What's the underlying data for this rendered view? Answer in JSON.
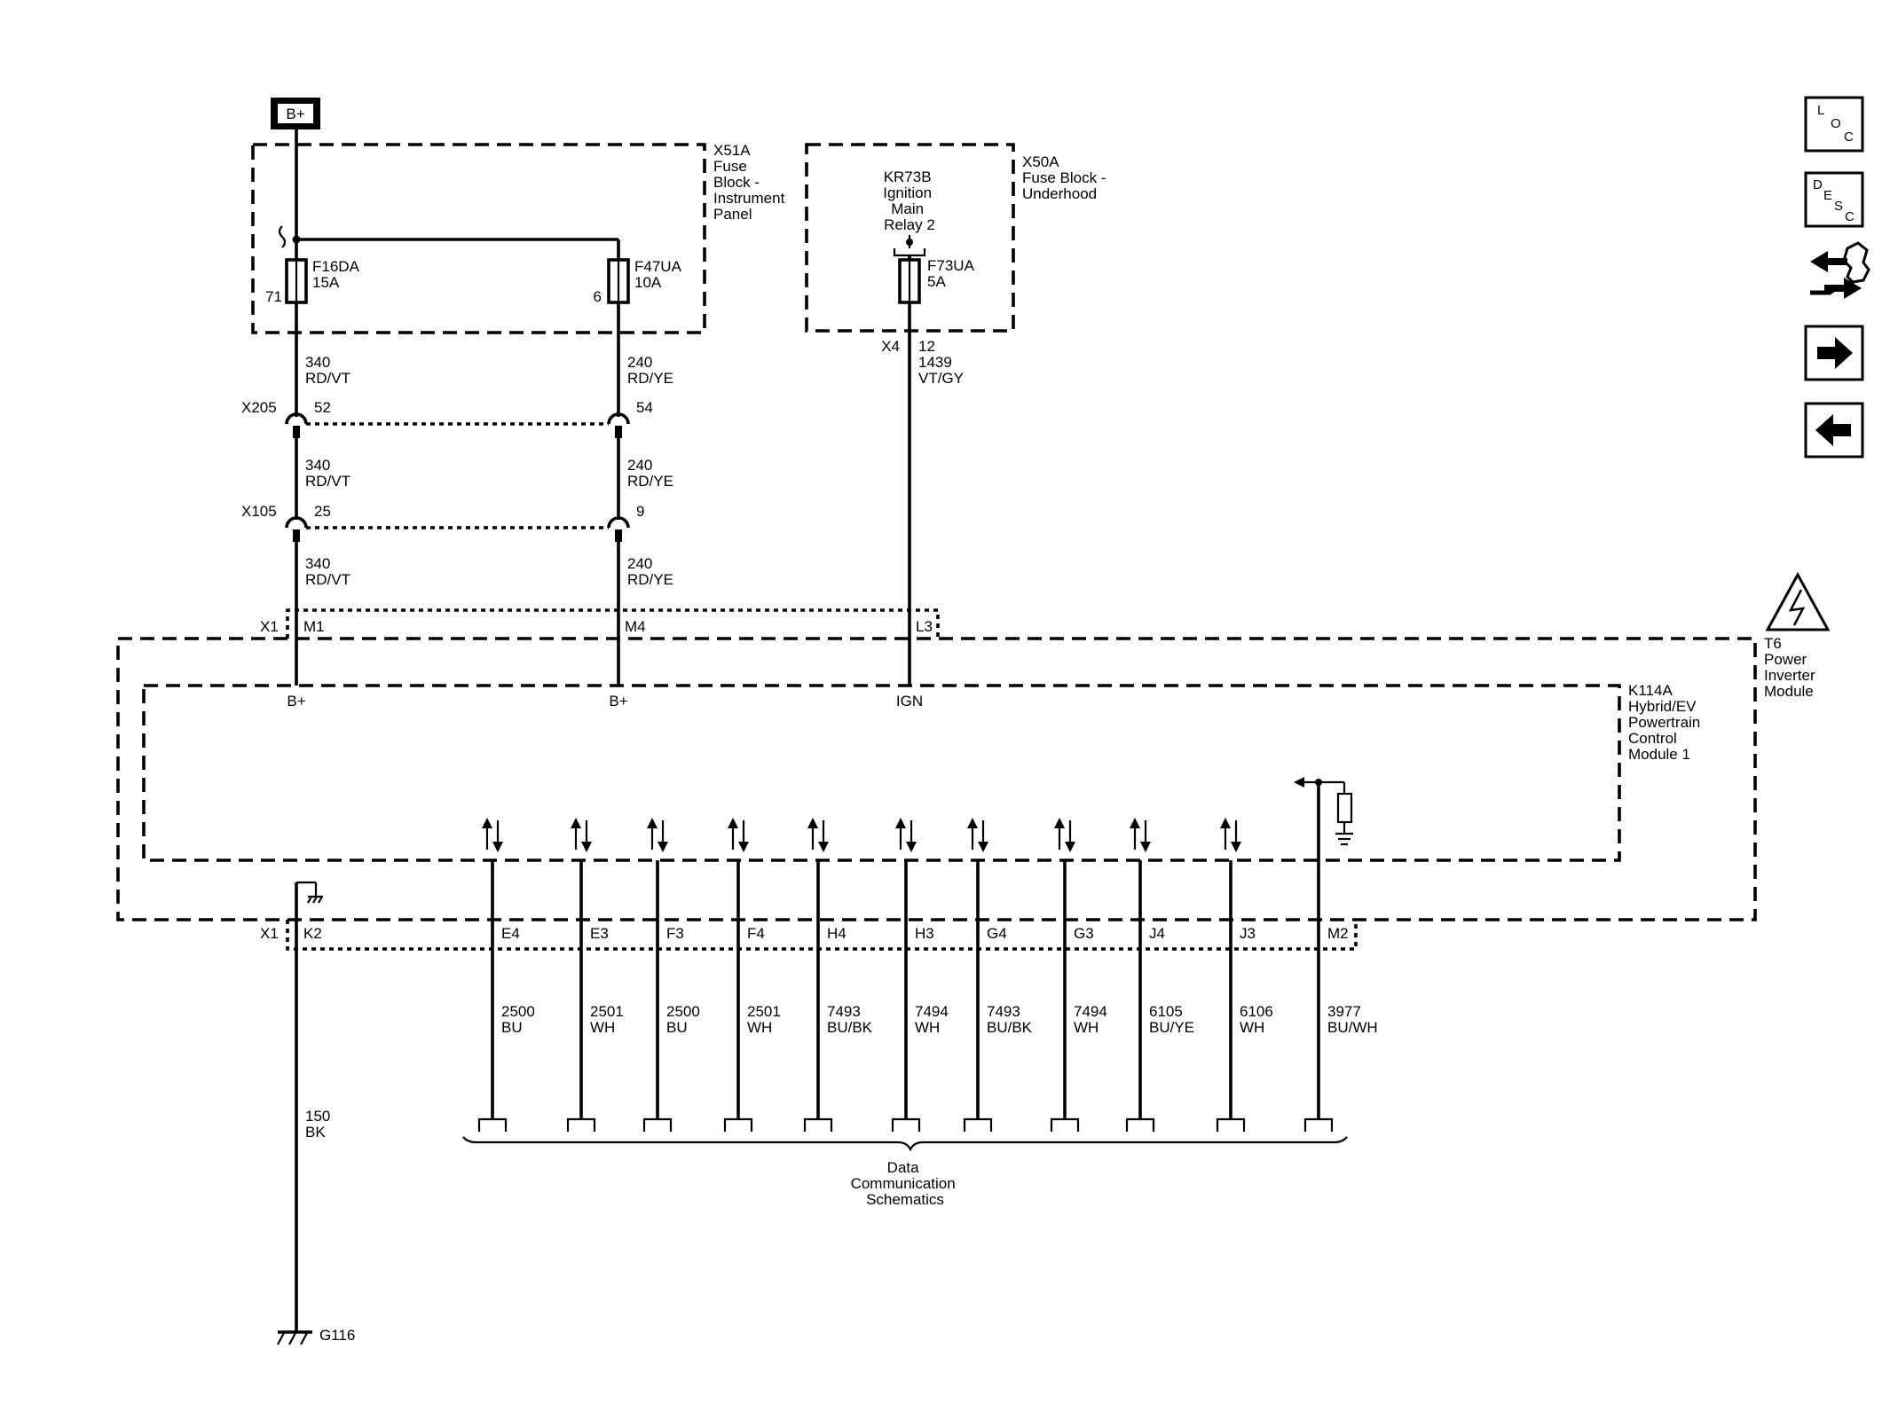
{
  "battery": {
    "label": "B+"
  },
  "fuse_block_ip": {
    "name": [
      "X51A",
      "Fuse",
      "Block -",
      "Instrument",
      "Panel"
    ]
  },
  "fuse_block_uh": {
    "name": [
      "X50A",
      "Fuse Block -",
      "Underhood"
    ]
  },
  "relay": {
    "name": [
      "KR73B",
      "Ignition",
      "Main",
      "Relay 2"
    ]
  },
  "fuses": [
    {
      "name": "F16DA",
      "rating": "15A",
      "pin": "71"
    },
    {
      "name": "F47UA",
      "rating": "10A",
      "pin": "6"
    },
    {
      "name": "F73UA",
      "rating": "5A"
    }
  ],
  "underhood_output": {
    "connector": "X4",
    "pin": "12",
    "circuit": "1439",
    "color": "VT/GY"
  },
  "inline_connectors": [
    {
      "name": "X205",
      "left_pin": "52",
      "right_pin": "54"
    },
    {
      "name": "X105",
      "left_pin": "25",
      "right_pin": "9"
    }
  ],
  "wire_labels": {
    "left": {
      "circuit": "340",
      "color": "RD/VT"
    },
    "right": {
      "circuit": "240",
      "color": "RD/YE"
    }
  },
  "module_connector": {
    "name": "X1",
    "top_pins": [
      "M1",
      "M4",
      "L3"
    ]
  },
  "module_inputs": [
    "B+",
    "B+",
    "IGN"
  ],
  "outer_module": {
    "name": [
      "T6",
      "Power",
      "Inverter",
      "Module"
    ]
  },
  "inner_module": {
    "name": [
      "K114A",
      "Hybrid/EV",
      "Powertrain",
      "Control",
      "Module 1"
    ]
  },
  "ground_pin": {
    "pin": "K2",
    "circuit": "150",
    "color": "BK",
    "ground": "G116"
  },
  "data_lines": [
    {
      "pin": "E4",
      "circuit": "2500",
      "color": "BU"
    },
    {
      "pin": "E3",
      "circuit": "2501",
      "color": "WH"
    },
    {
      "pin": "F3",
      "circuit": "2500",
      "color": "BU"
    },
    {
      "pin": "F4",
      "circuit": "2501",
      "color": "WH"
    },
    {
      "pin": "H4",
      "circuit": "7493",
      "color": "BU/BK"
    },
    {
      "pin": "H3",
      "circuit": "7494",
      "color": "WH"
    },
    {
      "pin": "G4",
      "circuit": "7493",
      "color": "BU/BK"
    },
    {
      "pin": "G3",
      "circuit": "7494",
      "color": "WH"
    },
    {
      "pin": "J4",
      "circuit": "6105",
      "color": "BU/YE"
    },
    {
      "pin": "J3",
      "circuit": "6106",
      "color": "WH"
    },
    {
      "pin": "M2",
      "circuit": "3977",
      "color": "BU/WH"
    }
  ],
  "data_comm": {
    "label": [
      "Data",
      "Communication",
      "Schematics"
    ]
  },
  "nav": {
    "loc": "LOC",
    "desc": "DESC"
  }
}
